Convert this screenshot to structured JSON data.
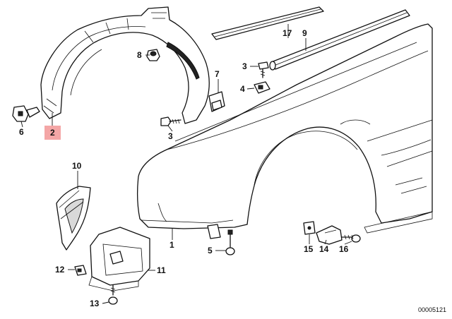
{
  "callouts": {
    "p1": "1",
    "p2": "2",
    "p3a": "3",
    "p3b": "3",
    "p4": "4",
    "p5": "5",
    "p6": "6",
    "p7": "7",
    "p8": "8",
    "p9": "9",
    "p10": "10",
    "p11": "11",
    "p12": "12",
    "p13": "13",
    "p14": "14",
    "p15": "15",
    "p16": "16",
    "p17": "17"
  },
  "highlighted_part": "2",
  "highlight_color": "#f4a6a6",
  "drawing_number": "00005121"
}
